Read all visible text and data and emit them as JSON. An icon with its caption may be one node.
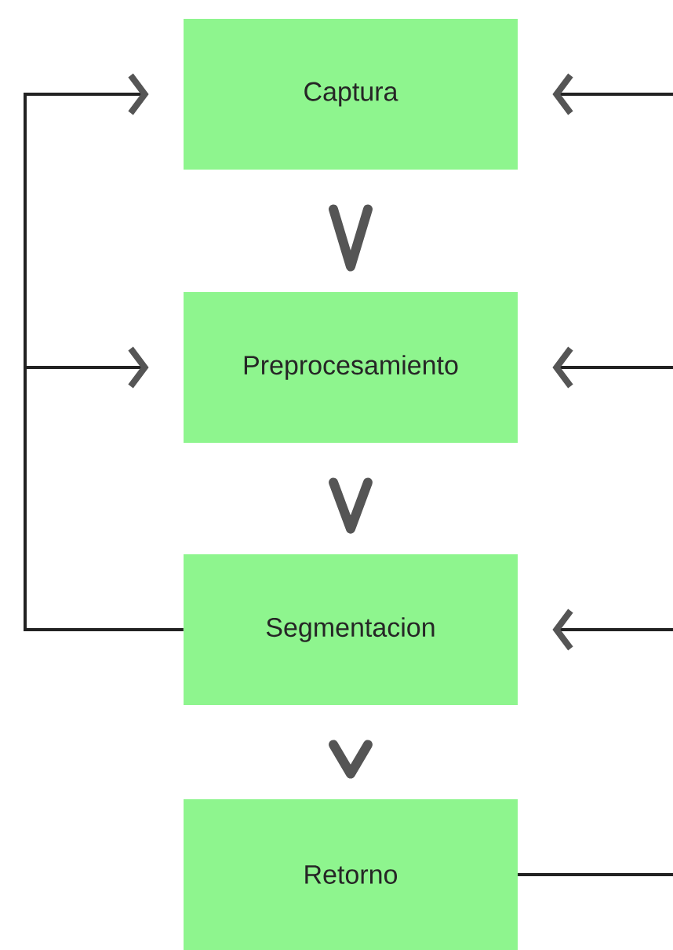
{
  "diagram": {
    "nodes": [
      {
        "text": [
          "Captura"
        ]
      },
      {
        "text": [
          "Preprocesamiento"
        ]
      },
      {
        "text": [
          "Segmentacion"
        ]
      },
      {
        "text": [
          "Retorno"
        ]
      }
    ],
    "edges": [
      {
        "from": 0,
        "to": 1,
        "arrow": "to",
        "style": "thick"
      },
      {
        "from": 1,
        "to": 2,
        "arrow": "to",
        "style": "thick"
      },
      {
        "from": 2,
        "to": 3,
        "arrow": "to",
        "style": "thick"
      },
      {
        "from": 2,
        "to": 0,
        "arrow": "to"
      },
      {
        "from": 2,
        "to": 1,
        "arrow": "to"
      },
      {
        "from": 3,
        "to": 2,
        "arrow": "to"
      },
      {
        "from": 3,
        "to": 1,
        "arrow": "to"
      },
      {
        "from": 3,
        "to": 0,
        "arrow": "to"
      }
    ]
  }
}
